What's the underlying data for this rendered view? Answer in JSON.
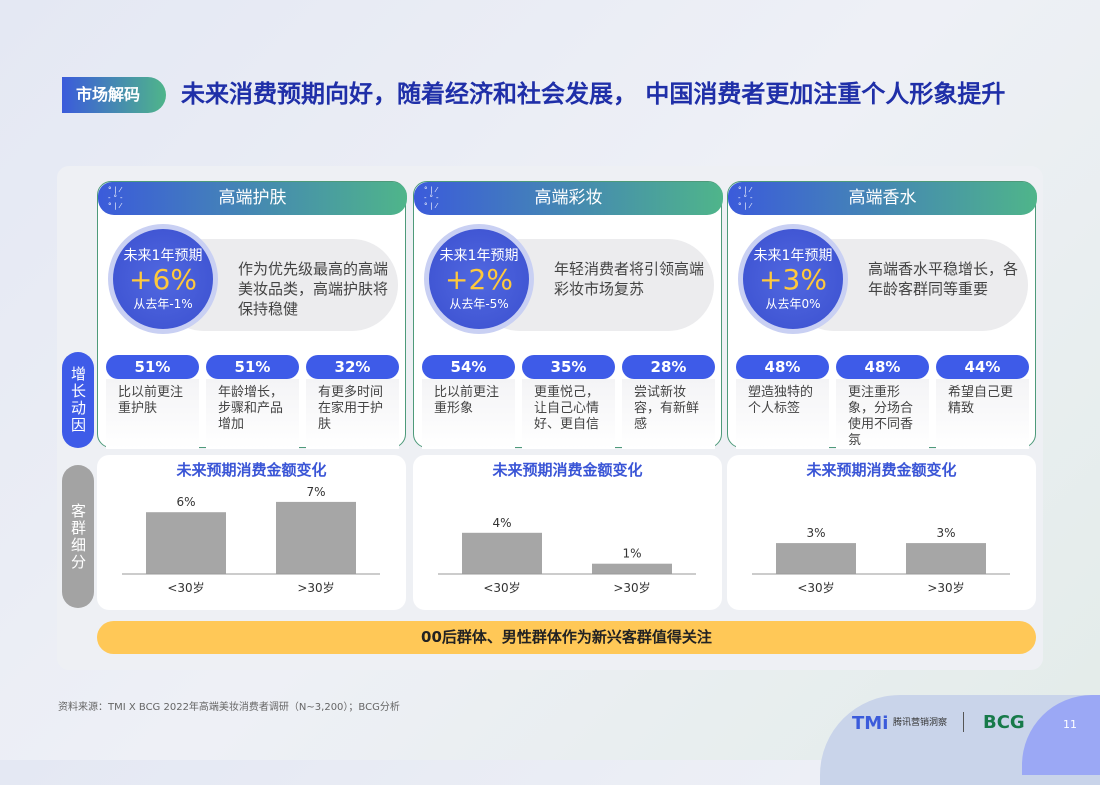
{
  "tag": "市场解码",
  "title": "未来消费预期向好，随着经济和社会发展， 中国消费者更加注重个人形象提升",
  "side_labels": {
    "drivers": "增长动因",
    "segments": "客群细分"
  },
  "columns": [
    {
      "name": "高端护肤",
      "forecast_label": "未来1年预期",
      "forecast": "+6%",
      "last_year": "从去年-1%",
      "summary": "作为优先级最高的高端美妆品类，高端护肤将保持稳健",
      "drivers": [
        {
          "pct": "51%",
          "text": "比以前更注重护肤"
        },
        {
          "pct": "51%",
          "text": "年龄增长，步骤和产品增加"
        },
        {
          "pct": "32%",
          "text": "有更多时间在家用于护肤"
        }
      ],
      "chart": {
        "type": "bar",
        "title": "未来预期消费金额变化",
        "categories": [
          "<30岁",
          ">30岁"
        ],
        "values": [
          6,
          7
        ],
        "labels": [
          "6%",
          "7%"
        ]
      }
    },
    {
      "name": "高端彩妆",
      "forecast_label": "未来1年预期",
      "forecast": "+2%",
      "last_year": "从去年-5%",
      "summary": "年轻消费者将引领高端彩妆市场复苏",
      "drivers": [
        {
          "pct": "54%",
          "text": "比以前更注重形象"
        },
        {
          "pct": "35%",
          "text": "更重悦己，让自己心情好、更自信"
        },
        {
          "pct": "28%",
          "text": "尝试新妆容，有新鲜感"
        }
      ],
      "chart": {
        "type": "bar",
        "title": "未来预期消费金额变化",
        "categories": [
          "<30岁",
          ">30岁"
        ],
        "values": [
          4,
          1
        ],
        "labels": [
          "4%",
          "1%"
        ]
      }
    },
    {
      "name": "高端香水",
      "forecast_label": "未来1年预期",
      "forecast": "+3%",
      "last_year": "从去年0%",
      "summary": "高端香水平稳增长，各年龄客群同等重要",
      "drivers": [
        {
          "pct": "48%",
          "text": "塑造独特的个人标签"
        },
        {
          "pct": "48%",
          "text": "更注重形象，分场合使用不同香氛"
        },
        {
          "pct": "44%",
          "text": "希望自己更精致"
        }
      ],
      "chart": {
        "type": "bar",
        "title": "未来预期消费金额变化",
        "categories": [
          "<30岁",
          ">30岁"
        ],
        "values": [
          3,
          3
        ],
        "labels": [
          "3%",
          "3%"
        ]
      }
    }
  ],
  "banner": "00后群体、男性群体作为新兴客群值得关注",
  "source": "资料来源：TMI X BCG 2022年高端美妆消费者调研（N~3,200）；BCG分析",
  "logos": {
    "tmi": "TMi",
    "tmi_sub": "腾讯营销洞察",
    "bcg": "BCG"
  },
  "page_number": "11",
  "colors": {
    "accent": "#3e5be8",
    "green": "#4fb58a",
    "yellow": "#ffc857",
    "bar": "#a6a6a6"
  }
}
